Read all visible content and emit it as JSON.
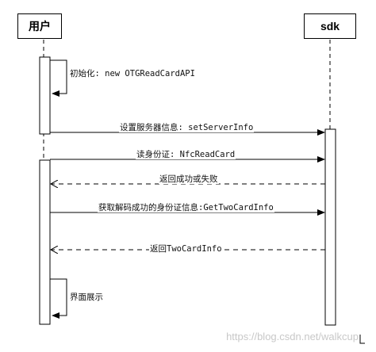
{
  "participants": {
    "user": "用户",
    "sdk": "sdk"
  },
  "messages": {
    "m1": "初始化: new OTGReadCardAPI",
    "m2": "设置服务器信息: setServerInfo",
    "m3": "读身份证: NfcReadCard",
    "m4": "返回成功或失败",
    "m5": "获取解码成功的身份证信息:GetTwoCardInfo",
    "m6": "返回TwoCardInfo",
    "m7": "界面展示"
  },
  "watermark": "https://blog.csdn.net/walkcup"
}
